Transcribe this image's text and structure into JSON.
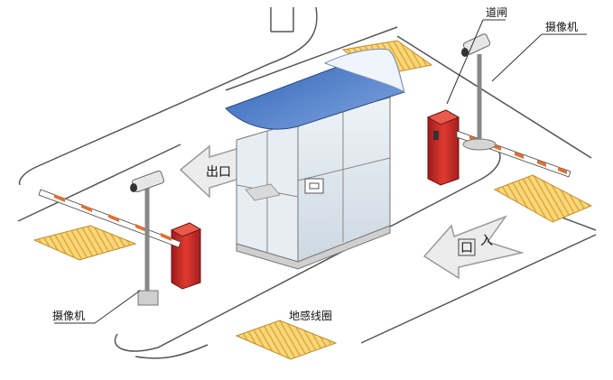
{
  "labels": {
    "barrier_gate": "道闸",
    "camera_right": "摄像机",
    "camera_left": "摄像机",
    "exit": "出口",
    "entrance": "入",
    "entrance_box": "口",
    "ground_loop": "地感线圈"
  },
  "colors": {
    "roof": "#3f6fc0",
    "booth_glass": "#dfe8ef",
    "gate_red": "#c62828",
    "barrier_stripe": "#e07030",
    "loop_yellow": "#f2c04a",
    "road_line": "#555555"
  }
}
